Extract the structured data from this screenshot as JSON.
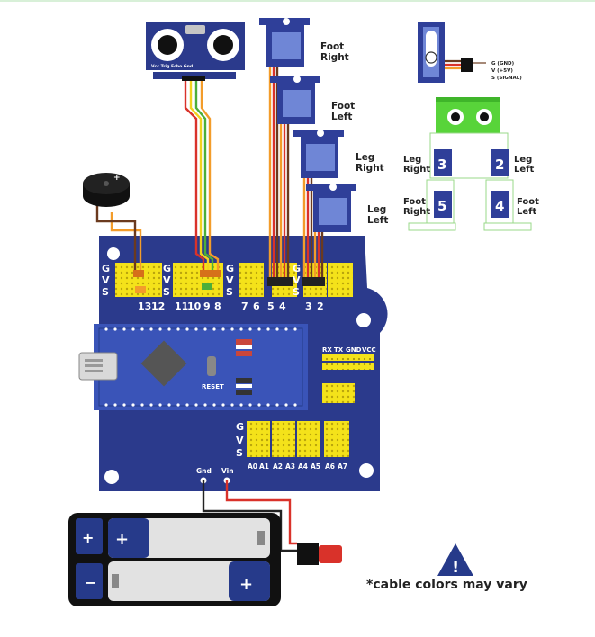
{
  "sensor": {
    "pin_label": "Vcc Trig Echo Gnd"
  },
  "servos": [
    {
      "line1": "Foot",
      "line2": "Right"
    },
    {
      "line1": "Foot",
      "line2": "Left"
    },
    {
      "line1": "Leg",
      "line2": "Right"
    },
    {
      "line1": "Leg",
      "line2": "Left"
    }
  ],
  "servo_legend": {
    "g": "G (GND)",
    "v": "V (+5V)",
    "s": "S (SIGNAL)"
  },
  "robot_map": {
    "leg_right": {
      "line1": "Leg",
      "line2": "Right",
      "num": "3"
    },
    "leg_left": {
      "line1": "Leg",
      "line2": "Left",
      "num": "2"
    },
    "foot_right": {
      "line1": "Foot",
      "line2": "Right",
      "num": "5"
    },
    "foot_left": {
      "line1": "Foot",
      "line2": "Left",
      "num": "4"
    }
  },
  "board": {
    "gvs": {
      "g": "G",
      "v": "V",
      "s": "S"
    },
    "pins": {
      "p13": "13",
      "p12": "12",
      "p11": "11",
      "p10": "10",
      "p9": "9",
      "p8": "8",
      "p7": "7",
      "p6": "6",
      "p5": "5",
      "p4": "4",
      "p3": "3",
      "p2": "2"
    },
    "serial": {
      "rx": "RX",
      "tx": "TX",
      "gnd": "GND",
      "vcc": "VCC"
    },
    "reset": "RESET",
    "analog_gvs": {
      "g": "G",
      "v": "V",
      "s": "S"
    },
    "analog": {
      "a0": "A0",
      "a1": "A1",
      "a2": "A2",
      "a3": "A3",
      "a4": "A4",
      "a5": "A5",
      "a6": "A6",
      "a7": "A7"
    },
    "power": {
      "gnd": "Gnd",
      "vin": "Vin"
    }
  },
  "battery": {
    "plus": "+",
    "minus": "−"
  },
  "warning": {
    "text": "*cable colors may vary",
    "glyph": "!"
  },
  "colors": {
    "board": "#2b3a8c",
    "header": "#f4e21a",
    "servo": "#2f3f99",
    "servo_face": "#6f86d6",
    "wire_orange": "#f39c2a",
    "wire_red": "#d9322a",
    "wire_brown": "#6b3a1e",
    "wire_green": "#4cae3a",
    "wire_yellow": "#f2d21e",
    "wire_black": "#222222",
    "robot_green": "#58d43a",
    "battery": "#263a8a"
  }
}
